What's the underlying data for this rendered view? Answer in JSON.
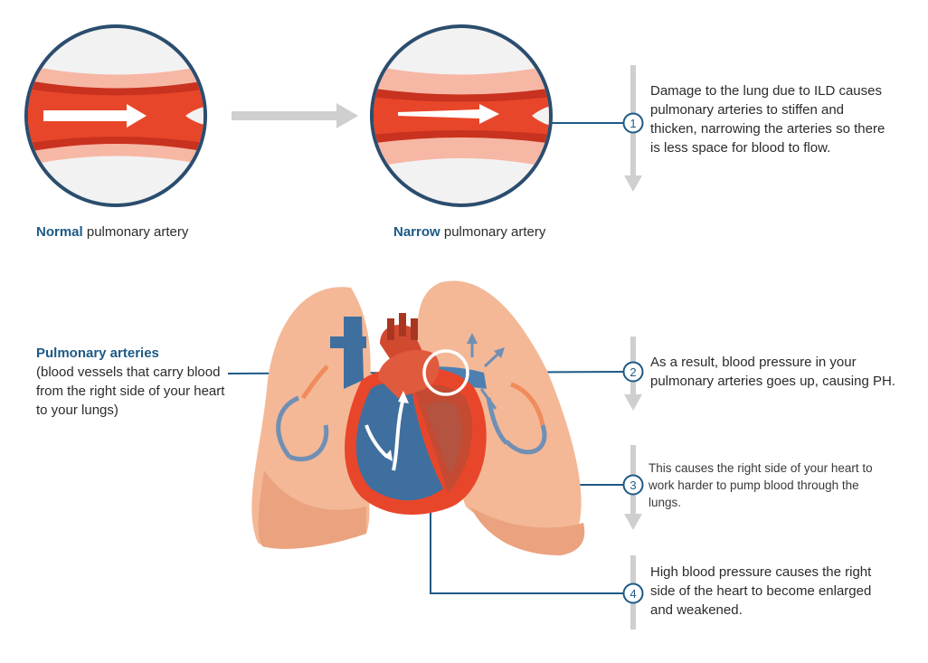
{
  "normal": {
    "bold": "Normal",
    "rest": " pulmonary artery"
  },
  "narrow": {
    "bold": "Narrow",
    "rest": " pulmonary artery"
  },
  "pulmonary": {
    "title": "Pulmonary arteries",
    "desc": "(blood vessels that carry blood from the right side of your heart to your lungs)"
  },
  "steps": [
    {
      "num": "1",
      "text": "Damage to the lung due to ILD causes pulmonary arteries to stiffen and thicken, narrowing the arteries so there is less space for blood to flow."
    },
    {
      "num": "2",
      "text": "As a result, blood pressure in your pulmonary arteries goes up, causing PH."
    },
    {
      "num": "3",
      "text": "This causes the right side of your heart to work harder to pump blood through the lungs."
    },
    {
      "num": "4",
      "text": "High blood pressure causes the right side of the heart to become enlarged and weakened."
    }
  ],
  "colors": {
    "navy": "#1d5a86",
    "artery_red": "#e8462a",
    "artery_wall": "#f7b7a5",
    "lung": "#f4b896",
    "heart_blue": "#3f6f9e",
    "gray_arrow": "#cfcfcf"
  }
}
